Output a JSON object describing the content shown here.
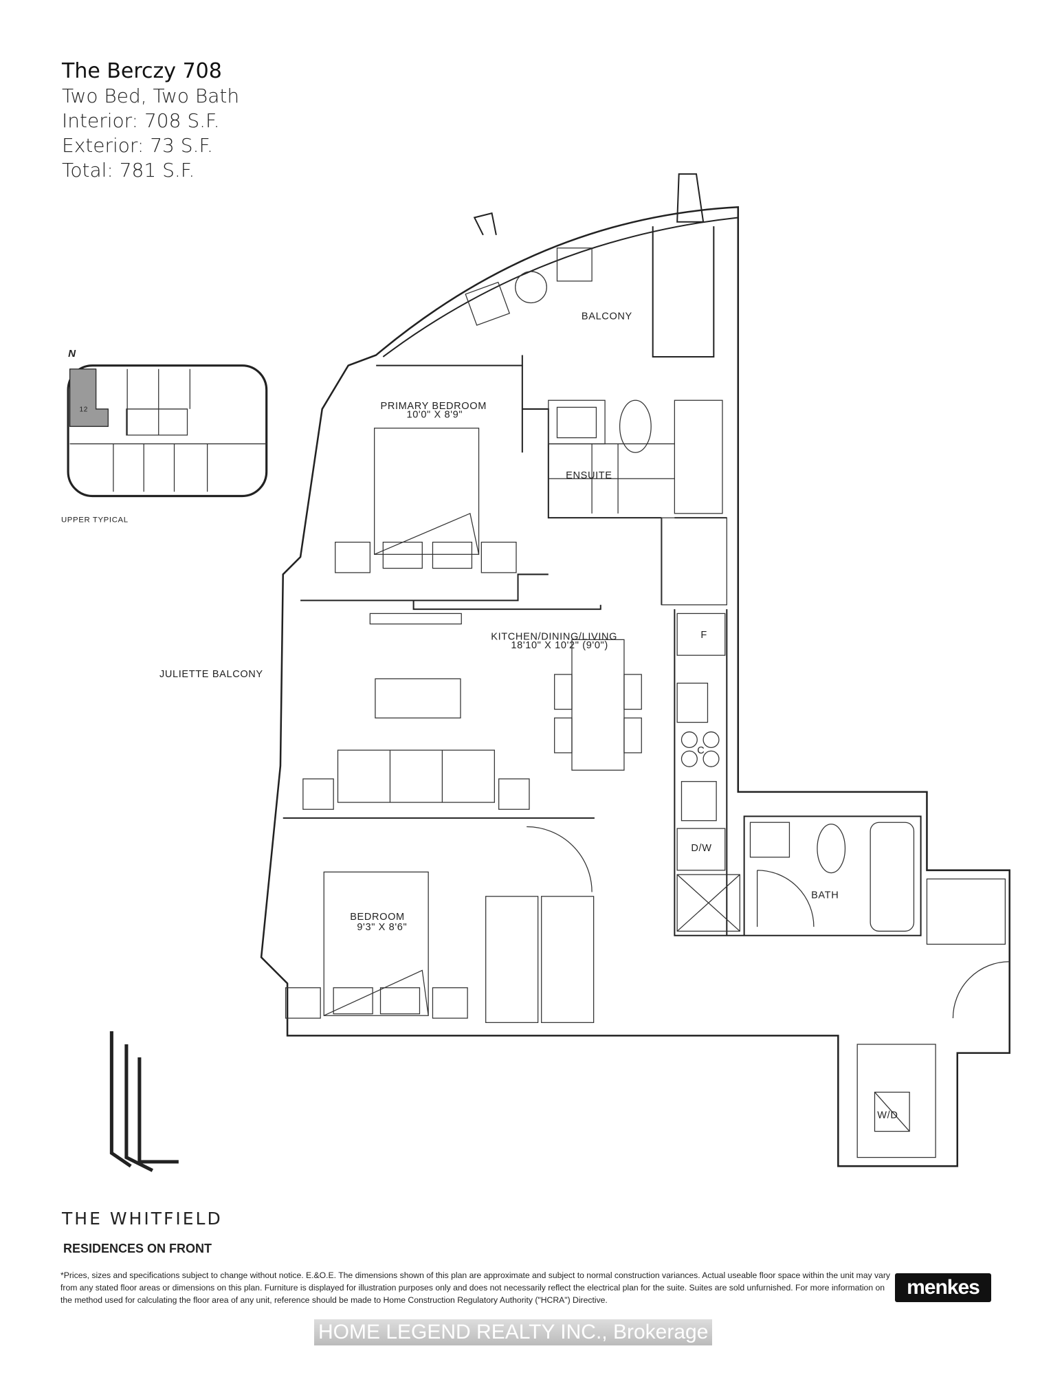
{
  "header": {
    "title": "The Berczy 708",
    "type": "Two Bed, Two Bath",
    "interior": "Interior: 708 S.F.",
    "exterior": "Exterior: 73 S.F.",
    "total": "Total: 781 S.F."
  },
  "keyplan": {
    "north": "N",
    "unit_number": "12",
    "label": "UPPER TYPICAL",
    "highlight_color": "#9a9a9a"
  },
  "rooms": {
    "balcony": "BALCONY",
    "primary_bedroom": "PRIMARY BEDROOM",
    "primary_bedroom_dims": "10'0\" X 8'9\"",
    "ensuite": "ENSUITE",
    "kitchen": "KITCHEN/DINING/LIVING",
    "kitchen_dims": "18'10\" X 10'2\" (9'0\")",
    "juliette": "JULIETTE BALCONY",
    "bedroom": "BEDROOM",
    "bedroom_dims": "9'3\" X 8'6\"",
    "bath": "BATH",
    "fridge": "F",
    "cooktop": "C",
    "dishwasher": "D/W",
    "washer_dryer": "W/D"
  },
  "branding": {
    "name": "THE WHITFIELD",
    "subtitle": "RESIDENCES ON FRONT",
    "developer": "menkes"
  },
  "disclaimer": "*Prices, sizes and specifications subject to change without notice. E.&O.E. The dimensions shown of this plan are approximate and subject to normal construction variances. Actual useable floor space within the unit may vary from any stated floor areas or dimensions on this plan. Furniture is displayed for illustration purposes only and does not necessarily reflect the electrical plan for the suite. Suites are sold unfurnished. For more information on the method used for calculating the floor area of any unit, reference should be made to Home Construction Regulatory Authority (\"HCRA\") Directive.",
  "watermark": "HOME LEGEND REALTY INC., Brokerage"
}
